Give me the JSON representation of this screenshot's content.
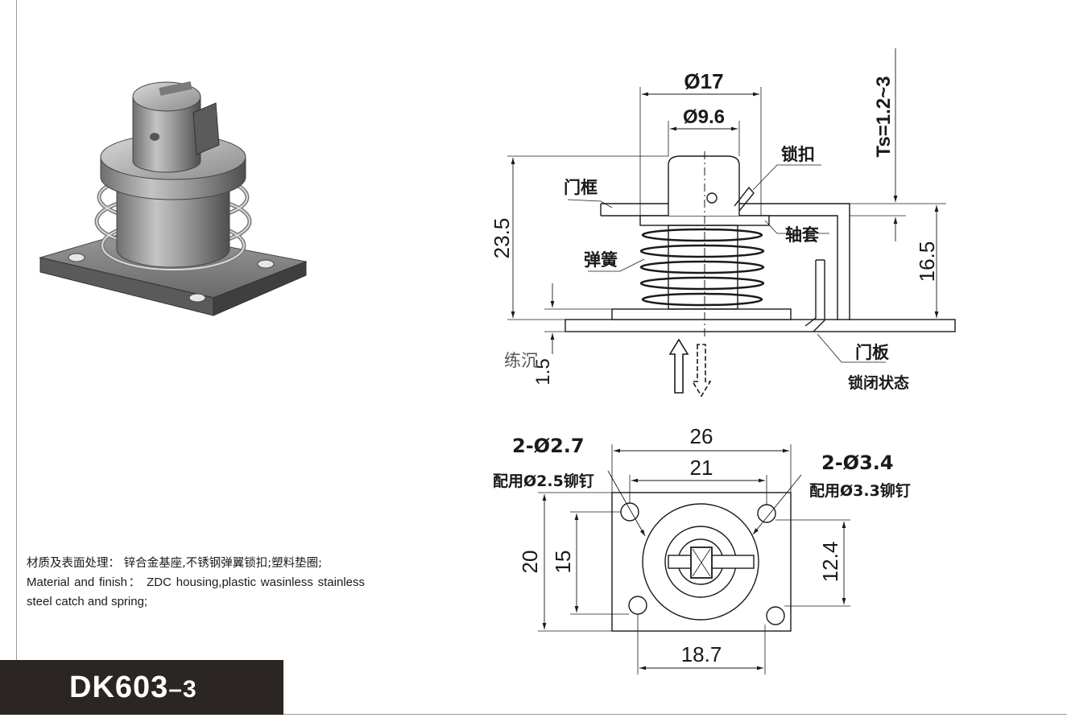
{
  "model": {
    "code": "DK603",
    "suffix": "–3"
  },
  "spec": {
    "cn_line": "材质及表面处理： 锌合金基座,不锈钢弹翼锁扣;塑料垫圈;",
    "en_line": "Material and finish： ZDC housing,plastic wasinless stainless steel catch and spring;"
  },
  "watermark": "练沉",
  "side_view": {
    "dims": {
      "outer_dia": "Ø17",
      "inner_dia": "Ø9.6",
      "height": "23.5",
      "base_thickness": "1.5",
      "frame_height": "16.5",
      "panel_thickness": "Ts=1.2~3"
    },
    "labels": {
      "catch": "锁扣",
      "door_frame": "门框",
      "sleeve": "轴套",
      "spring": "弹簧",
      "door_panel": "门板",
      "state": "锁闭状态"
    }
  },
  "top_view": {
    "dims": {
      "width_outer": "26",
      "width_inner": "21",
      "width_bottom": "18.7",
      "height_outer": "20",
      "height_inner": "15",
      "height_right": "12.4"
    },
    "labels": {
      "hole_left": "2-Ø2.7",
      "rivet_left": "配用Ø2.5铆钉",
      "hole_right": "2-Ø3.4",
      "rivet_right": "配用Ø3.3铆钉"
    }
  }
}
